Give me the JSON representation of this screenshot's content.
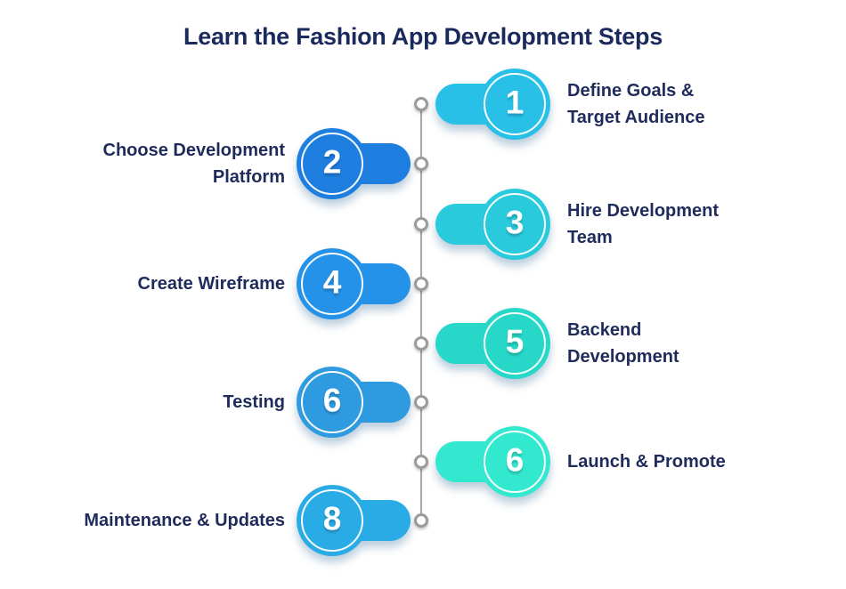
{
  "title": "Learn the Fashion App Development Steps",
  "colors": {
    "title": "#1b2a5c",
    "label_text": "#1f2b5b",
    "timeline_line": "#a6a6a6",
    "timeline_dot": "#9b9b9b"
  },
  "steps": [
    {
      "number": "1",
      "label": "Define Goals &\nTarget Audience",
      "side": "right",
      "color": "#29c0e8"
    },
    {
      "number": "2",
      "label": "Choose Development\nPlatform",
      "side": "left",
      "color": "#1e7ee0"
    },
    {
      "number": "3",
      "label": "Hire Development\nTeam",
      "side": "right",
      "color": "#29cadc"
    },
    {
      "number": "4",
      "label": "Create Wireframe",
      "side": "left",
      "color": "#2492e8"
    },
    {
      "number": "5",
      "label": "Backend\nDevelopment",
      "side": "right",
      "color": "#27d8c8"
    },
    {
      "number": "6",
      "label": "Testing",
      "side": "left",
      "color": "#2e9adf"
    },
    {
      "number": "6",
      "label": "Launch & Promote",
      "side": "right",
      "color": "#32e8cf"
    },
    {
      "number": "8",
      "label": "Maintenance & Updates",
      "side": "left",
      "color": "#29abe5"
    }
  ]
}
